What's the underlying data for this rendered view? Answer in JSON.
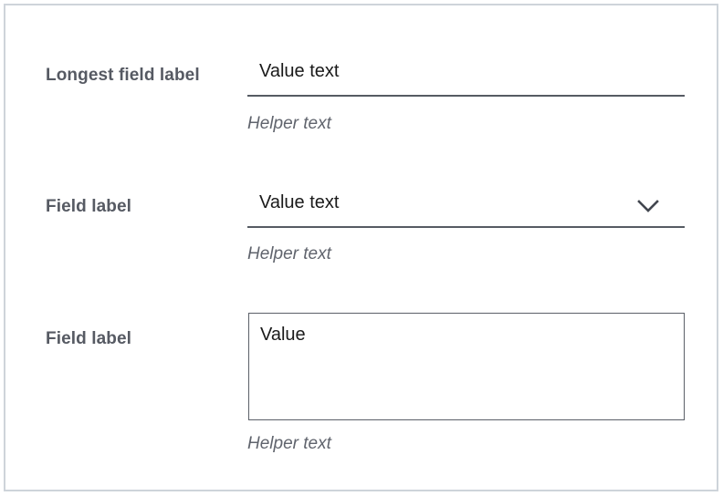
{
  "form": {
    "fields": [
      {
        "id": "text-field",
        "type": "text-input",
        "label": "Longest field label",
        "value": "Value text",
        "helper": "Helper text"
      },
      {
        "id": "select-field",
        "type": "select",
        "label": "Field label",
        "value": "Value text",
        "helper": "Helper text",
        "icon": "chevron-down-icon"
      },
      {
        "id": "textarea-field",
        "type": "textarea",
        "label": "Field label",
        "value": "Value",
        "helper": "Helper text"
      }
    ]
  },
  "colors": {
    "frame_border": "#ced4da",
    "label_text": "#565a63",
    "value_text": "#1a1a1a",
    "helper_text": "#60646d",
    "input_underline": "#565b63",
    "textarea_border": "#5b6068",
    "background": "#ffffff"
  }
}
